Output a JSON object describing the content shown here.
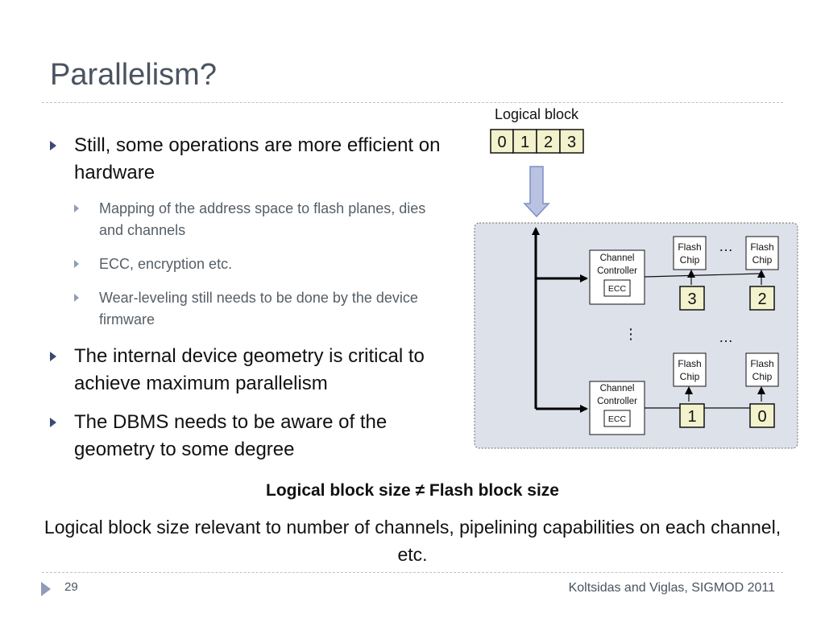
{
  "slide": {
    "title": "Parallelism?",
    "bullets": [
      {
        "level": 1,
        "text": "Still, some operations are more efficient on hardware"
      },
      {
        "level": 2,
        "text": "Mapping of the address space to flash planes, dies and channels"
      },
      {
        "level": 2,
        "text": "ECC, encryption etc."
      },
      {
        "level": 2,
        "text": "Wear-leveling still needs to be done by the device firmware"
      },
      {
        "level": 1,
        "text": "The internal device geometry is critical to achieve maximum parallelism"
      },
      {
        "level": 1,
        "text": "The DBMS needs to be aware of the geometry to some degree"
      }
    ],
    "bold_line": "Logical block size ≠ Flash block size",
    "note": "Logical block size relevant to number of channels, pipelining capabilities on each channel, etc.",
    "page_number": "29",
    "footer": "Koltsidas and Viglas, SIGMOD 2011"
  },
  "diagram": {
    "logical_block_label": "Logical block",
    "logical_cells": [
      "0",
      "1",
      "2",
      "3"
    ],
    "controller_line1": "Channel",
    "controller_line2": "Controller",
    "ecc_label": "ECC",
    "flash_line1": "Flash",
    "flash_line2": "Chip",
    "ellipsis_h": "…",
    "ellipsis_v": "⋮",
    "block_top_left": "3",
    "block_top_right": "2",
    "block_bottom_left": "1",
    "block_bottom_right": "0",
    "colors": {
      "block_fill": "#f2f2cc",
      "panel_fill": "#dde1ea",
      "arrow_fill": "#b9c2e0",
      "arrow_stroke": "#7f8fc7"
    }
  }
}
